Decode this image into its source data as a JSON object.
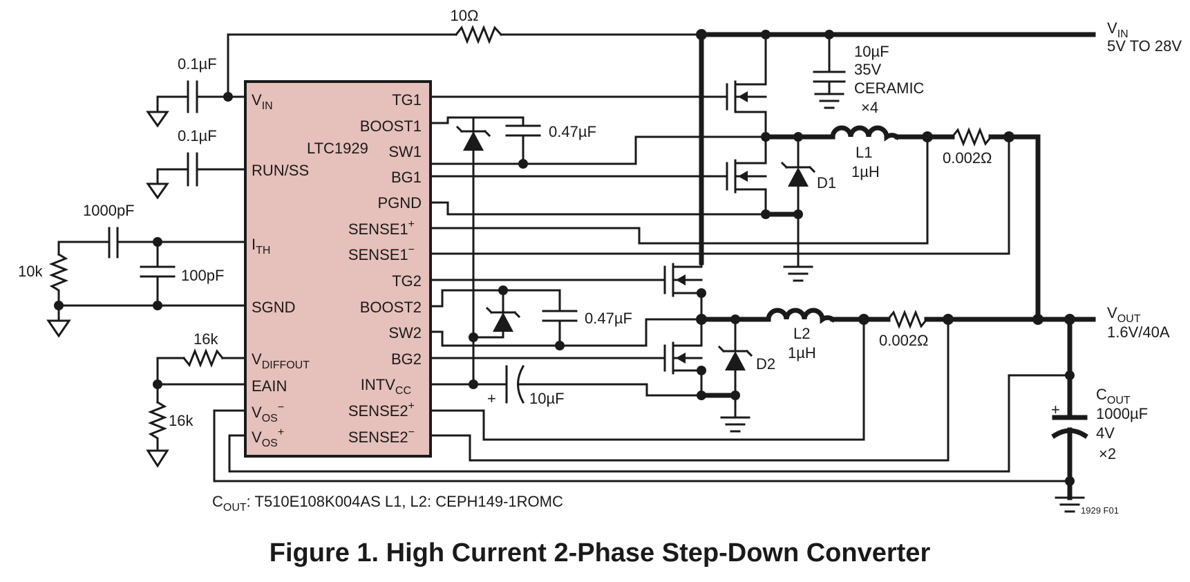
{
  "diagram": {
    "title": "Figure 1. High Current 2-Phase Step-Down Converter",
    "part_number": "LTC1929",
    "footnote": {
      "cout_label": "C",
      "cout_sub": "OUT",
      "cout_text": ": T510E108K004AS   L1, L2: CEPH149-1ROMC"
    },
    "figure_code": "1929 F01",
    "supply": {
      "vin_label": "V",
      "vin_sub": "IN",
      "vin_range": "5V TO 28V",
      "vout_label": "V",
      "vout_sub": "OUT",
      "vout_spec": "1.6V/40A"
    },
    "chip_pins_left": {
      "vin": "V",
      "vin_sub": "IN",
      "run_ss": "RUN/SS",
      "ith": "I",
      "ith_sub": "TH",
      "sgnd": "SGND",
      "vdiffout": "V",
      "vdiffout_sub": "DIFFOUT",
      "eain": "EAIN",
      "vos_minus": "V",
      "vos_minus_sub": "OS",
      "vos_minus_sup": "−",
      "vos_plus": "V",
      "vos_plus_sub": "OS",
      "vos_plus_sup": "+"
    },
    "chip_pins_right": {
      "tg1": "TG1",
      "boost1": "BOOST1",
      "sw1": "SW1",
      "bg1": "BG1",
      "pgnd": "PGND",
      "sense1p": "SENSE1",
      "sense1p_sup": "+",
      "sense1m": "SENSE1",
      "sense1m_sup": "−",
      "tg2": "TG2",
      "boost2": "BOOST2",
      "sw2": "SW2",
      "bg2": "BG2",
      "intvcc": "INTV",
      "intvcc_sub": "CC",
      "sense2p": "SENSE2",
      "sense2p_sup": "+",
      "sense2m": "SENSE2",
      "sense2m_sup": "−"
    },
    "components": {
      "r_vin": "10Ω",
      "c_vin": "0.1µF",
      "c_run": "0.1µF",
      "c_ith": "1000pF",
      "r_ith": "10k",
      "c_ith2": "100pF",
      "r_diff": "16k",
      "r_eain": "16k",
      "c_boost1": "0.47µF",
      "c_boost2": "0.47µF",
      "c_intvcc": "10µF",
      "c_intvcc_plus": "+",
      "c_in_value": "10µF",
      "c_in_voltage": "35V",
      "c_in_type": "CERAMIC",
      "c_in_count": "×4",
      "l1_name": "L1",
      "l1_value": "1µH",
      "l2_name": "L2",
      "l2_value": "1µH",
      "r_sense1": "0.002Ω",
      "r_sense2": "0.002Ω",
      "d1": "D1",
      "d2": "D2",
      "cout_label": "C",
      "cout_sub": "OUT",
      "cout_value": "1000µF",
      "cout_voltage": "4V",
      "cout_count": "×2",
      "cout_plus": "+"
    }
  }
}
